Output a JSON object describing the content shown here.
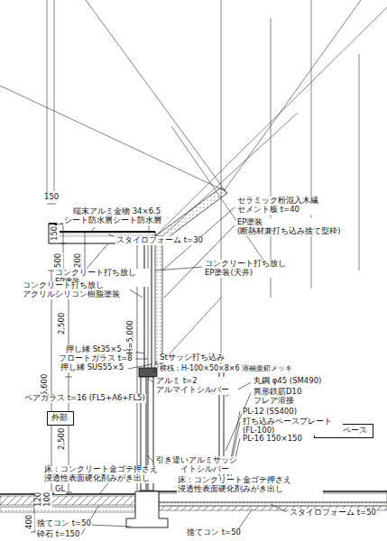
{
  "diagram": {
    "nodes": [
      {
        "text": [
          "外部"
        ]
      },
      {
        "text": [
          "作業スペース"
        ]
      }
    ],
    "labels": [
      "150",
      "端末アルミ金物 34×6.5",
      "シート防水層",
      "シート防水層",
      "スタイロフォーム t=30",
      "150",
      "500",
      "200",
      "セラミック粉混入木繊 セメント板 t=40",
      "EP塗装 (断熱材兼打ち込み捨て型枠)",
      "コンクリート打ち放し EP塗装",
      "コンクリート打ち放し EP塗装(天井)",
      "コンクリート打ち放し アクリルシリコン樹脂塗装",
      "2,500",
      "5,600",
      "2,500",
      "CH=5,000",
      "押し縁 St35×5",
      "フロートガラス t=8",
      "押し縁 SUS55×5",
      "Stサッシ打ち込み",
      "横桟：H-100×50×8×6 溶融亜鉛メッキ",
      "アルミ t=2 アルマイトシルバー",
      "丸鋼 φ45 (SM490)",
      "異形鉄筋D10 フレア溶接",
      "PL-12 (SS400)",
      "打ち込みベースプレート (FL-100)",
      "PL-16 150×150",
      "ペアガラス t=16 (FL5+A6+FL5)",
      "引き違いアルミサッシ アルマイトシルバー",
      "床：コンクリート金ゴテ押さえ 浸透性表面硬化剤みがき出し",
      "床：コンクリート金ゴテ押さえ 浸透性表面硬化剤みがき出し",
      "GL",
      "400",
      "120",
      "100",
      "スタイロフォーム t=50",
      "捨てコン t=50",
      "砕石 t=150",
      "捨てコン t=50"
    ]
  }
}
